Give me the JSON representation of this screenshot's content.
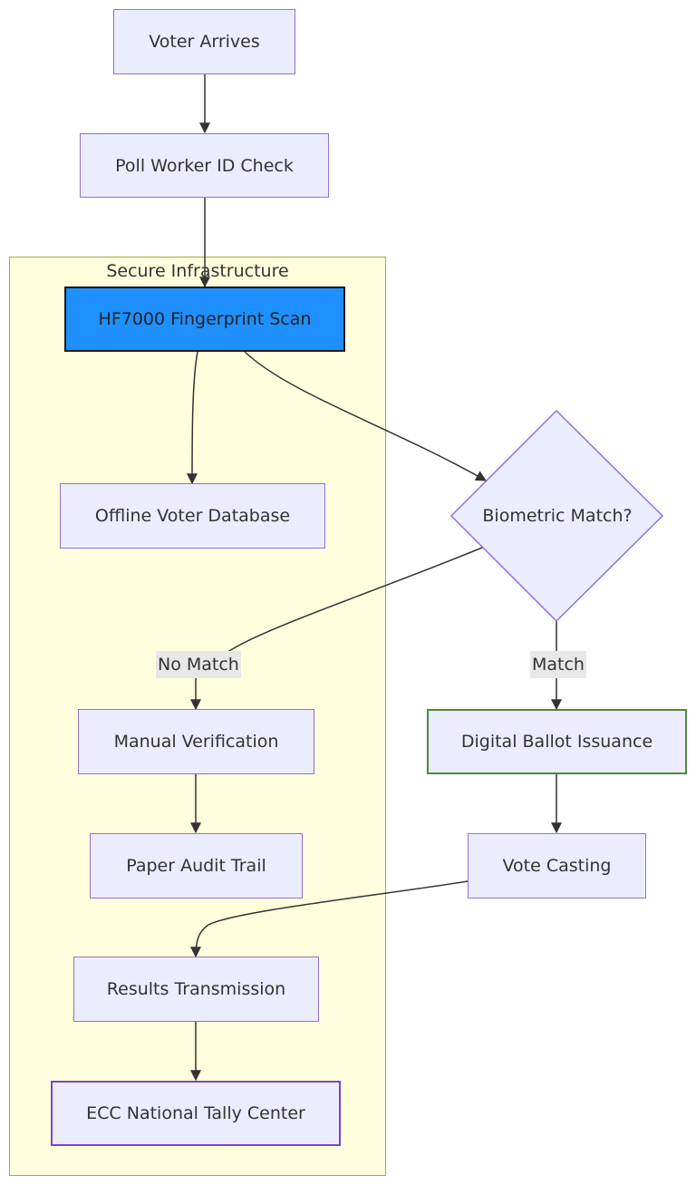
{
  "subgraph": {
    "title": "Secure Infrastructure"
  },
  "nodes": {
    "voter_arrives": "Voter Arrives",
    "poll_worker": "Poll Worker ID Check",
    "fingerprint": "HF7000 Fingerprint Scan",
    "offline_db": "Offline Voter Database",
    "biometric": "Biometric Match?",
    "manual": "Manual Verification",
    "paper": "Paper Audit Trail",
    "digital_ballot": "Digital Ballot Issuance",
    "vote_casting": "Vote Casting",
    "results": "Results Transmission",
    "ecc": "ECC National Tally Center"
  },
  "edge_labels": {
    "no_match": "No Match",
    "match": "Match"
  },
  "colors": {
    "node_fill": "#ECECFF",
    "node_border": "#9370DB",
    "highlight_fill": "#1E90FF",
    "subgraph_fill": "#FFFFDE",
    "subgraph_border": "#AAAA33",
    "success_border": "#4E8A3C"
  }
}
